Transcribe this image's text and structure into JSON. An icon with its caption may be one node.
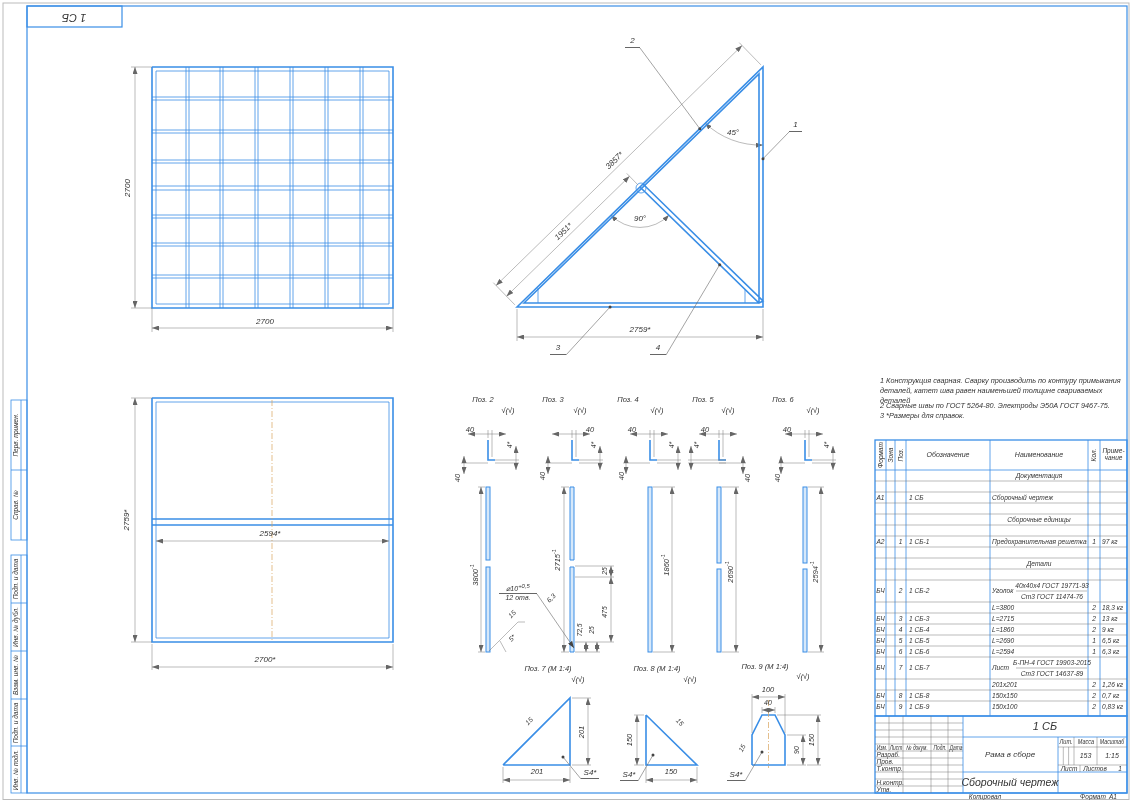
{
  "diagram": {
    "nodes": [
      {
        "text": [
          "1"
        ]
      },
      {
        "text": [
          "2"
        ]
      },
      {
        "text": [
          "3"
        ]
      },
      {
        "text": [
          "4"
        ]
      },
      {
        "text": [
          "⌀10$^{+0,5}$",
          "12 отв."
        ]
      },
      {
        "text": [
          "S4*"
        ]
      },
      {
        "text": [
          "S4*"
        ]
      },
      {
        "text": [
          "S4*"
        ]
      },
      {
        "text": [],
        "shape": "triangle"
      },
      {
        "text": [],
        "shape": "bar"
      }
    ],
    "edges": [
      {
        "from": 0,
        "to": 8,
        "arrow": "other"
      },
      {
        "from": 1,
        "to": 8,
        "arrow": "other"
      },
      {
        "from": 2,
        "to": 8,
        "arrow": "other"
      },
      {
        "from": 3,
        "to": 8,
        "arrow": "other"
      },
      {
        "from": 4,
        "to": 9,
        "arrow": "to"
      },
      {
        "from": 5,
        "to": null,
        "arrow": "other"
      },
      {
        "from": 6,
        "to": null,
        "arrow": "other"
      },
      {
        "from": 7,
        "to": null,
        "arrow": "other"
      }
    ],
    "labels": [
      "2700",
      "2700",
      "3857*",
      "1951*",
      "45°",
      "90°",
      "2759*",
      "2759*",
      "2594*",
      "2700*",
      "1 Конструкция сварная. Сварку производить по контуру примыкания деталей, катет шва равен наименьшей толщине свариваемых деталей",
      "2 Сварные швы по ГОСТ 5264-80. Электроды Э50А ГОСТ 9467-75.",
      "3 *Размеры для справок.",
      "Поз. 2",
      "√(√)",
      "40",
      "4*",
      "40",
      "3800$^{-1}$",
      "15",
      "5*",
      "Поз. 3",
      "√(√)",
      "40",
      "4*",
      "40",
      "2715$^{-1}$",
      "6,3",
      "25",
      "475",
      "72,5",
      "25",
      "Поз. 4",
      "√(√)",
      "40",
      "4*",
      "40",
      "1860$^{-1}$",
      "Поз. 5",
      "√(√)",
      "40",
      "4*",
      "40",
      "2690$^{-1}$",
      "Поз. 6",
      "√(√)",
      "40",
      "4*",
      "40",
      "2594$^{-1}$",
      "Поз. 7 (М 1:4)",
      "√(√)",
      "15",
      "201",
      "201",
      "Поз. 8 (М 1:4)",
      "√(√)",
      "150",
      "15",
      "150",
      "Поз. 9 (М 1:4)",
      "√(√)",
      "100",
      "40",
      "15",
      "90",
      "150",
      "Формат",
      "Зона",
      "Поз.",
      "Обозначение",
      "Наименование",
      "Кол.",
      "Приме- чание",
      "Документация",
      "А1",
      "1 СБ",
      "Сборочный чертеж",
      "Сборочные единицы",
      "А2",
      "1",
      "1 СБ-1",
      "Предохранительная решетка",
      "1",
      "97 кг",
      "Детали",
      "БЧ",
      "2",
      "1 СБ-2",
      "Уголок",
      "40х40х4 ГОСТ 19771-93",
      "Ст3 ГОСТ 11474-76",
      "L=3800",
      "2",
      "18,3 кг",
      "БЧ",
      "3",
      "1 СБ-3",
      "L=2715",
      "2",
      "13 кг",
      "БЧ",
      "4",
      "1 СБ-4",
      "L=1860",
      "2",
      "9 кг",
      "БЧ",
      "5",
      "1 СБ-5",
      "L=2690",
      "1",
      "6,5 кг",
      "БЧ",
      "6",
      "1 СБ-6",
      "L=2594",
      "1",
      "6,3 кг",
      "БЧ",
      "7",
      "1 СБ-7",
      "Лист",
      "Б-ПН-4 ГОСТ 19903-2015",
      "Ст3 ГОСТ 14637-89",
      "201х201",
      "2",
      "1,26 кг",
      "БЧ",
      "8",
      "1 СБ-8",
      "150х150",
      "2",
      "0,7 кг",
      "БЧ",
      "9",
      "1 СБ-9",
      "150х100",
      "2",
      "0,83 кг",
      "1 СБ",
      "Лит.",
      "Масса",
      "Масштаб",
      "Изм.",
      "Лист",
      "№ докум.",
      "Подп.",
      "Дата",
      "Разраб.",
      "Пров.",
      "Т.контр.",
      "Н.контр.",
      "Утв.",
      "Рама в сборе",
      "153",
      "1:15",
      "Лист",
      "Листов",
      "1",
      "Сборочный чертеж",
      "Копировал",
      "Формат",
      "А1",
      "1 СБ",
      "Перв. примен.",
      "Справ. №",
      "Подп. и дата",
      "Инв. № дубл.",
      "Взам. инв. №",
      "Подп. и дата",
      "Инв. № подл."
    ]
  }
}
